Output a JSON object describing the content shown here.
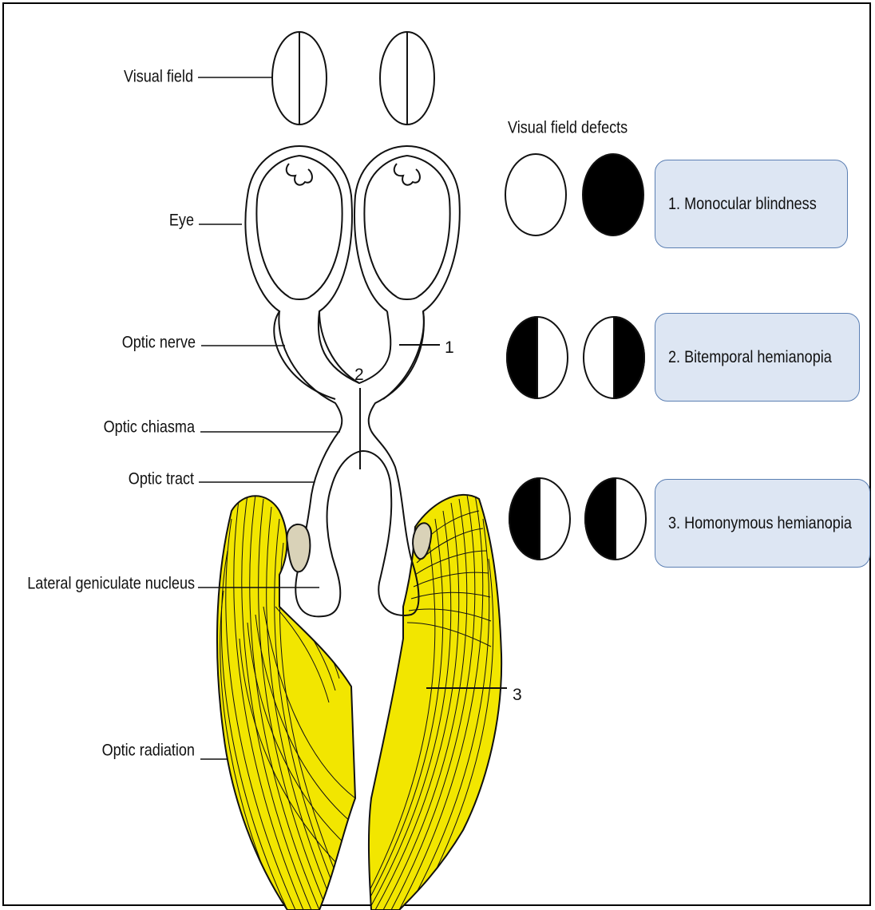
{
  "structure_labels": {
    "visual_field": "Visual field",
    "eye": "Eye",
    "optic_nerve": "Optic nerve",
    "optic_chiasma": "Optic chiasma",
    "optic_tract": "Optic tract",
    "lateral_geniculate_nucleus": "Lateral geniculate nucleus",
    "optic_radiation": "Optic radiation"
  },
  "defects_heading": "Visual field defects",
  "lesion_markers": [
    "1",
    "2",
    "3"
  ],
  "defects": [
    {
      "label": "1. Monocular blindness"
    },
    {
      "label": "2. Bitemporal hemianopia"
    },
    {
      "label": "3. Homonymous hemianopia"
    }
  ],
  "colors": {
    "radiation_fill": "#f2e600",
    "box_fill": "#dde6f3",
    "box_border": "#5b7fb3",
    "ink": "#111111"
  }
}
